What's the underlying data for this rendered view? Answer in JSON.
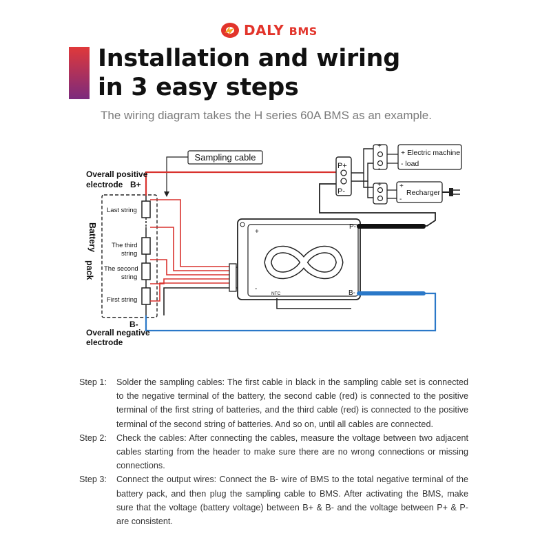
{
  "brand": {
    "name": "DALY",
    "suffix": "BMS",
    "color": "#e2342b"
  },
  "title": "Installation and wiring in 3 easy steps",
  "subtitle": "The wiring diagram takes the H series 60A BMS as an example.",
  "diagram": {
    "sampling_cable": "Sampling cable",
    "positive_label_1": "Overall positive",
    "positive_label_2": "electrode",
    "b_plus": "B+",
    "b_minus": "B-",
    "negative_label_1": "Overall negative",
    "negative_label_2": "electrode",
    "battery_pack_1": "Battery",
    "battery_pack_2": "pack",
    "strings": {
      "last": "Last string",
      "third_1": "The third",
      "third_2": "string",
      "second_1": "The second",
      "second_2": "string",
      "first": "First string"
    },
    "p_plus": "P+",
    "p_minus": "P-",
    "bms_p_minus": "P-",
    "bms_b_minus": "B-",
    "bms_plus": "+",
    "bms_minus": "-",
    "ntc": "NTC",
    "load_line_1": "Electric machine",
    "load_line_2": "load",
    "recharger": "Recharger",
    "plus": "+",
    "minus": "-",
    "colors": {
      "positive": "#d9322e",
      "negative": "#2a78c8",
      "sampling": "#d9322e"
    }
  },
  "steps": [
    {
      "label": "Step 1:",
      "text": "Solder the sampling cables: The first cable in black in the sampling cable set is connected to the negative terminal of the battery, the second cable (red) is connected to the positive terminal of the first string of batteries, and the third cable (red) is connected to the positive terminal of the second string of batteries. And so on, until all cables are connected."
    },
    {
      "label": "Step 2:",
      "text": "Check the cables: After connecting the cables, measure the voltage between two adjacent cables starting from the header to make sure there are no wrong connections or missing connections."
    },
    {
      "label": "Step 3:",
      "text": "Connect the output wires: Connect the B- wire of BMS to the total negative terminal of the battery pack, and then plug the sampling cable to BMS. After activating the BMS, make sure that the voltage (battery voltage) between B+ & B- and the voltage between P+ & P- are consistent."
    }
  ]
}
